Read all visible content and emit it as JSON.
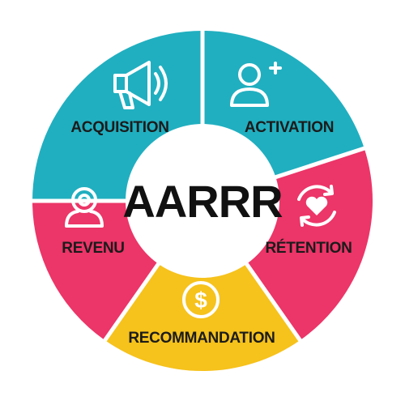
{
  "center": {
    "title": "AARRR"
  },
  "segments": [
    {
      "label": "ACQUISITION",
      "color": "#20afc0",
      "icon": "megaphone-icon"
    },
    {
      "label": "ACTIVATION",
      "color": "#20afc0",
      "icon": "user-plus-icon"
    },
    {
      "label": "RÉTENTION",
      "color": "#ec3568",
      "icon": "heart-cycle-icon"
    },
    {
      "label": "RECOMMANDATION",
      "color": "#f6c21c",
      "icon": "dollar-coin-icon"
    },
    {
      "label": "REVENU",
      "color": "#ec3568",
      "icon": "target-user-icon"
    }
  ]
}
